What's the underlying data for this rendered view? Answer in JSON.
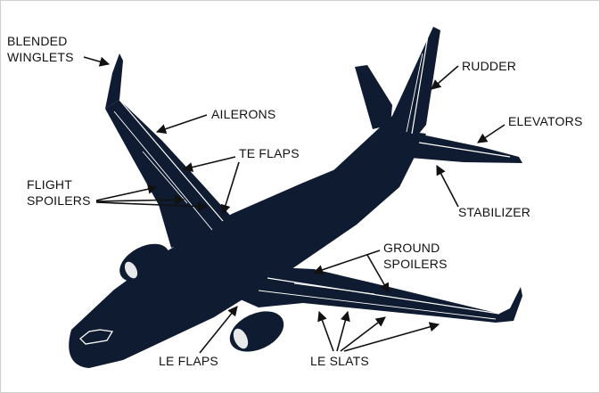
{
  "labels": {
    "blended_winglets": [
      "BLENDED",
      "WINGLETS"
    ],
    "ailerons": "AILERONS",
    "te_flaps": "TE FLAPS",
    "flight_spoilers": [
      "FLIGHT",
      "SPOILERS"
    ],
    "rudder": "RUDDER",
    "elevators": "ELEVATORS",
    "stabilizer": "STABILIZER",
    "ground_spoilers": [
      "GROUND",
      "SPOILERS"
    ],
    "le_flaps": "LE FLAPS",
    "le_slats": "LE SLATS"
  },
  "colors": {
    "aircraft": "#0f1b30",
    "panel_lines": "#ffffff",
    "text": "#111111",
    "background": "#ffffff"
  }
}
